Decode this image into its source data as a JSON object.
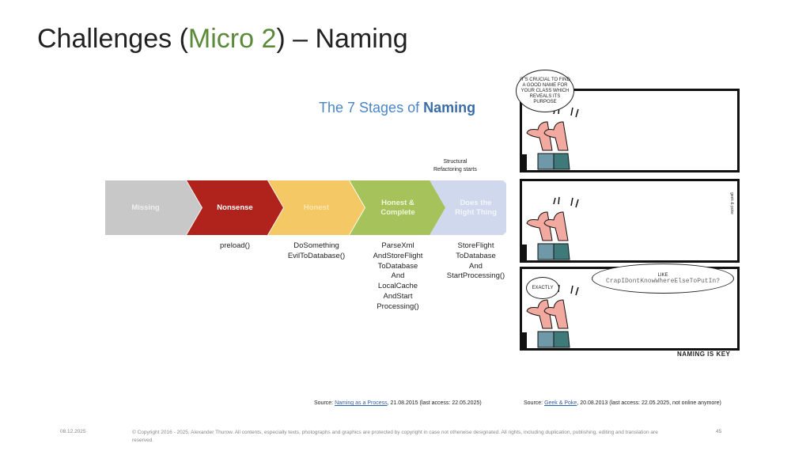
{
  "title": {
    "before": "Challenges (",
    "accent": "Micro 2",
    "after": ") – Naming"
  },
  "diagram": {
    "heading_prefix": "The 7 Stages of ",
    "heading_bold": "Naming",
    "annotation": [
      "Structural",
      "Refactoring starts"
    ],
    "stages": [
      {
        "label": [
          "Missing"
        ],
        "color": "#c8c8c8",
        "text_color": "#eeeeee",
        "example": []
      },
      {
        "label": [
          "Nonsense"
        ],
        "color": "#b0231c",
        "text_color": "#ffffff",
        "example": [
          "preload()"
        ]
      },
      {
        "label": [
          "Honest"
        ],
        "color": "#f5c866",
        "text_color": "#fbe6b0",
        "example": [
          "DoSomething",
          "EvilToDatabase()"
        ]
      },
      {
        "label": [
          "Honest &",
          "Complete"
        ],
        "color": "#a5c35a",
        "text_color": "#f0f6e0",
        "example": [
          "ParseXml",
          "AndStoreFlight",
          "ToDatabase",
          "And",
          "LocalCache",
          "AndStart",
          "Processing()"
        ]
      },
      {
        "label": [
          "Does the",
          "Right Thing"
        ],
        "color": "#cfd8ec",
        "text_color": "#f4f6fb",
        "example": [
          "StoreFlight",
          "ToDatabase",
          "And",
          "StartProcessing()"
        ]
      }
    ]
  },
  "comic": {
    "bubble1": "IT'S CRUCIAL TO FIND A GOOD NAME FOR YOUR CLASS WHICH REVEALS ITS PURPOSE",
    "signature": "geek & poke",
    "bubble_exactly": "EXACTLY",
    "bubble_like": "LIKE",
    "bubble_code": "CrapIDontKnowWhereElseToPutIn?",
    "caption": "NAMING IS KEY"
  },
  "sources": [
    {
      "prefix": "Source: ",
      "link": "Naming as a Process",
      "suffix": ", 21.08.2015 (last access: 22.05.2025)"
    },
    {
      "prefix": "Source: ",
      "link": "Geek & Poke",
      "suffix": ", 20.08.2013 (last access: 22.05.2025, not online anymore)"
    }
  ],
  "footer": {
    "date": "08.12.2025",
    "copyright": "© Copyright 2016 - 2025, Alexander Thurow. All contents, especially texts, photographs and graphics are protected by copyright in case not otherwise designated. All rights, including duplication, publishing, editing and translation are reserved.",
    "page": "45"
  }
}
